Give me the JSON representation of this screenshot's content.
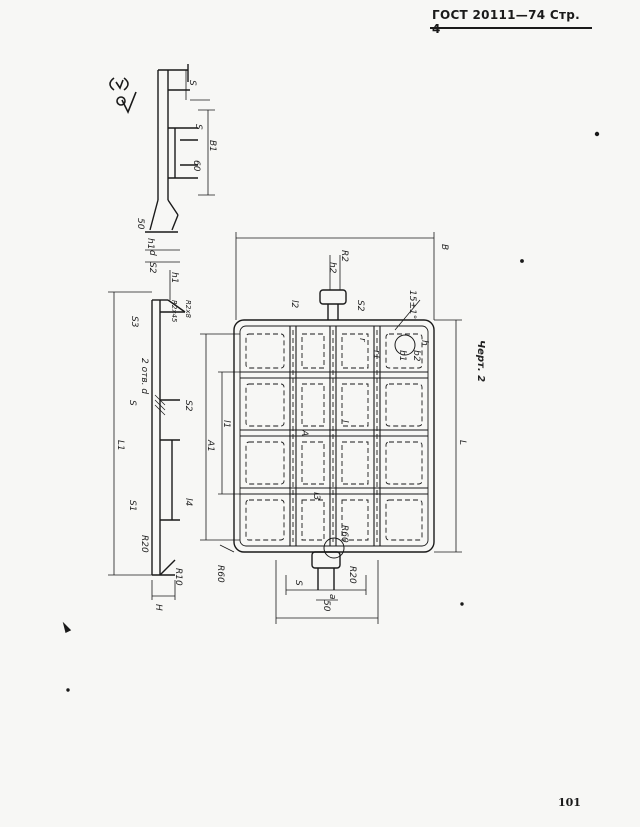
{
  "header": {
    "standard": "ГОСТ 20111—74",
    "page": "Стр. 4"
  },
  "page_number": "101",
  "figure": {
    "caption": "Черт. 2"
  },
  "labels": {
    "B": "B",
    "L": "L",
    "L1": "L1",
    "A": "A",
    "A1": "A1",
    "B1": "B1",
    "H": "H",
    "l": "l",
    "l1": "l1",
    "l2": "l2",
    "l3": "l3",
    "l4": "l4",
    "a": "a",
    "S": "S",
    "S1": "S1",
    "S2": "S2",
    "S3": "S3",
    "h": "h",
    "h1": "h1",
    "h2": "h2",
    "b1": "b1",
    "b2": "b2",
    "r": "r",
    "r1": "r1",
    "R60a": "R60",
    "R60b": "R60",
    "R20a": "R20",
    "R20b": "R20",
    "R2": "R2",
    "R2x8": "R2x8",
    "R10": "R10",
    "R2x45": "R2x45",
    "angle": "15±1°",
    "holes": "2 отв. d",
    "d": "d",
    "dim60": "60",
    "dim50": "50"
  }
}
